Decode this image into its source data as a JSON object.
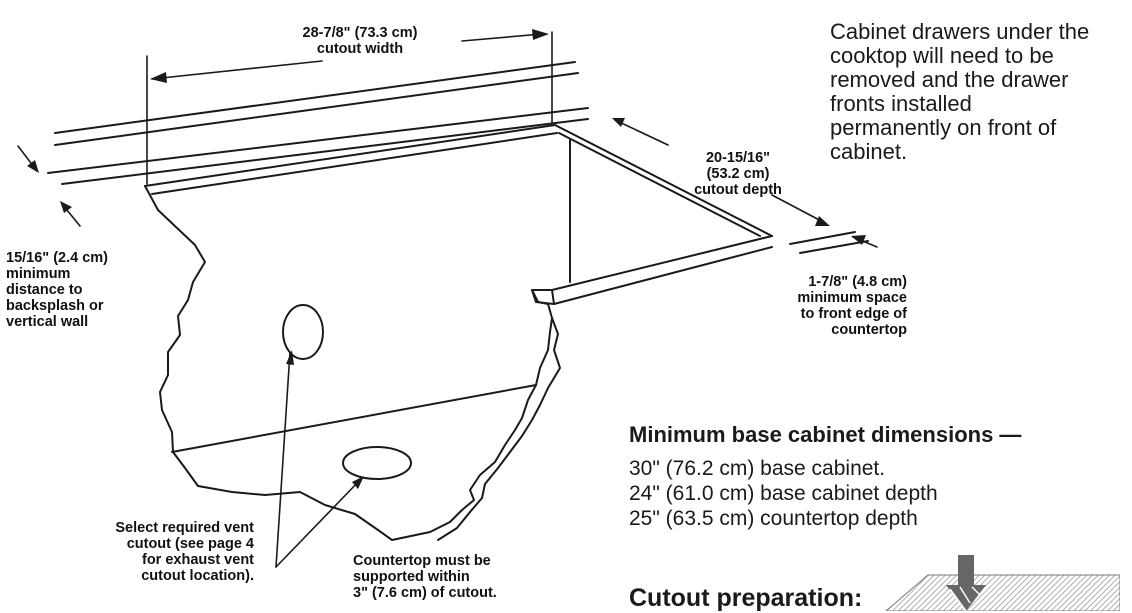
{
  "labels": {
    "width": [
      "28-7/8\" (73.3 cm)",
      "cutout width"
    ],
    "depth": [
      "20-15/16\"",
      "(53.2 cm)",
      "cutout depth"
    ],
    "backsplash": [
      "15/16\" (2.4 cm)",
      "minimum",
      "distance to",
      "backsplash or",
      "vertical wall"
    ],
    "front": [
      "1-7/8\" (4.8 cm)",
      "minimum space",
      "to front edge of",
      "countertop"
    ],
    "vent": [
      "Select required vent",
      "cutout (see page 4",
      "for exhaust vent",
      "cutout location)."
    ],
    "support": [
      "Countertop must be",
      "supported within",
      "3\" (7.6 cm) of cutout."
    ]
  },
  "note": [
    "Cabinet drawers under the",
    "cooktop will need to be",
    "removed and the drawer",
    "fronts installed",
    "permanently on front of",
    "cabinet."
  ],
  "min_dims": {
    "title": "Minimum base cabinet dimensions —",
    "items": [
      "30\" (76.2 cm) base cabinet.",
      "24\" (61.0 cm) base cabinet depth",
      "25\" (63.5 cm) countertop depth"
    ]
  },
  "cutout_prep_title": "Cutout preparation:",
  "colors": {
    "line": "#1a1a1a",
    "thumb_fill": "#cfcfcf",
    "thumb_arrow": "#666666"
  }
}
